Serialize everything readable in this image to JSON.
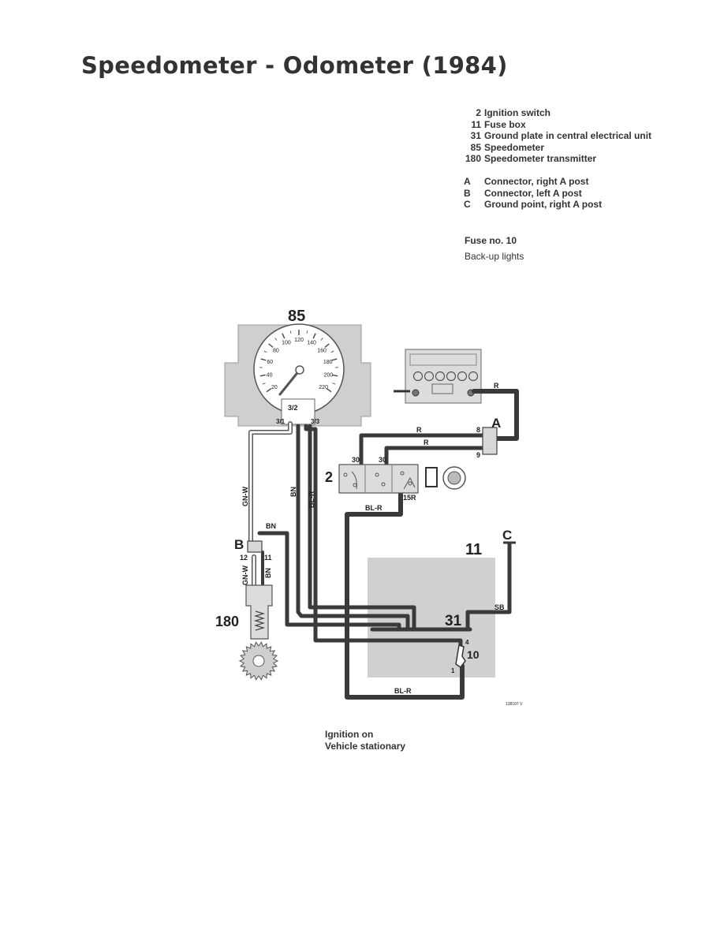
{
  "title": "Speedometer - Odometer (1984)",
  "legend": {
    "components": [
      {
        "num": "2",
        "label": "Ignition switch"
      },
      {
        "num": "11",
        "label": "Fuse box"
      },
      {
        "num": "31",
        "label": "Ground plate in central electrical unit"
      },
      {
        "num": "85",
        "label": "Speedometer"
      },
      {
        "num": "180",
        "label": "Speedometer transmitter"
      }
    ],
    "connectors": [
      {
        "letter": "A",
        "label": "Connector, right A post"
      },
      {
        "letter": "B",
        "label": "Connector, left A post"
      },
      {
        "letter": "C",
        "label": "Ground point, right A post"
      }
    ]
  },
  "fuse": {
    "label": "Fuse no. 10",
    "circuit": "Back-up lights"
  },
  "diagram": {
    "component_labels": {
      "speedometer": "85",
      "ignition": "2",
      "fusebox": "11",
      "ground_plate": "31",
      "transmitter": "180",
      "fuse": "10"
    },
    "connector_labels": {
      "a": "A",
      "b": "B",
      "c": "C"
    },
    "gauge_ticks": [
      "20",
      "40",
      "60",
      "80",
      "100",
      "120",
      "140",
      "160",
      "180",
      "200",
      "220"
    ],
    "pins": {
      "s_3_2": "3/2",
      "s_3_1": "3/1",
      "s_3_3": "3/3",
      "a_8": "8",
      "a_9": "9",
      "ign_30a": "30",
      "ign_30b": "30",
      "ign_15r": "15R",
      "b_12": "12",
      "b_11": "11",
      "fuse_4": "4",
      "fuse_1": "1"
    },
    "wire_colors": {
      "r_battery": "R",
      "r_upper": "R",
      "r_lower": "R",
      "gn_w_upper": "GN-W",
      "gn_w_lower": "GN-W",
      "bn_vertical": "BN",
      "bn_top": "BN",
      "bn_lower": "BN",
      "bl_r_vertical": "BL-R",
      "bl_r_ign": "BL-R",
      "bl_r_bottom": "BL-R",
      "sb": "SB"
    },
    "figure_code": "138107 V"
  },
  "status": {
    "line1": "Ignition on",
    "line2": "Vehicle stationary"
  },
  "colors": {
    "wire": "#3a3a3a",
    "panel": "#cfcfcf",
    "text": "#222222"
  }
}
